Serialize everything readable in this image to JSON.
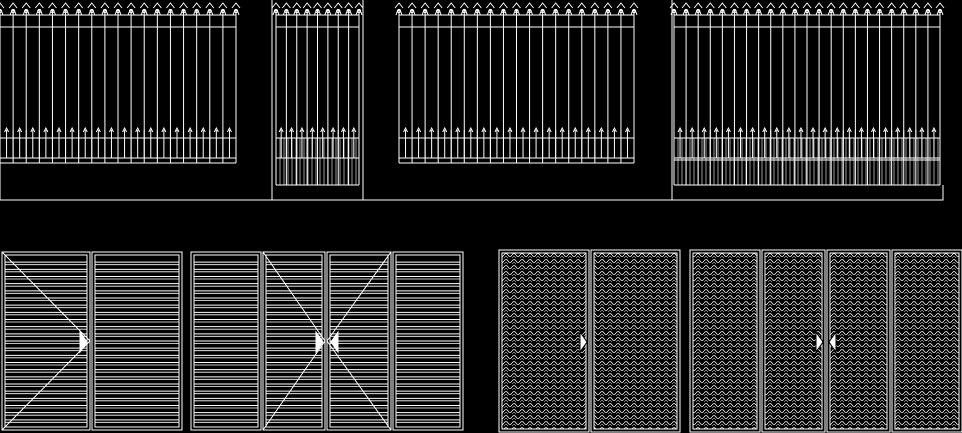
{
  "colors": {
    "background": "#000000",
    "line": "#ffffff"
  },
  "elevations": {
    "ornate_gates": [
      {
        "name": "single-swing-gate-a",
        "pickets": 18
      },
      {
        "name": "pedestrian-gate-a",
        "pickets": 8
      },
      {
        "name": "single-swing-gate-b",
        "pickets": 18
      },
      {
        "name": "double-swing-gate",
        "pickets": 22
      }
    ],
    "slatted_gates": [
      {
        "name": "slatted-double-gate",
        "leaves": 2,
        "slats": 24
      },
      {
        "name": "slatted-four-leaf-gate",
        "leaves": 4,
        "slats": 24
      }
    ],
    "mesh_gates": [
      {
        "name": "mesh-double-gate",
        "leaves": 2
      },
      {
        "name": "mesh-four-leaf-gate",
        "leaves": 4
      }
    ]
  }
}
